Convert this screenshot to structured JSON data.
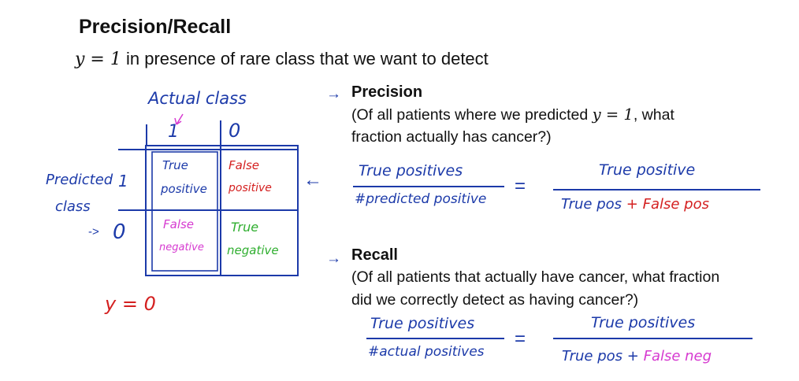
{
  "title": "Precision/Recall",
  "subtitle": {
    "math": "y = 1",
    "text": "in presence of rare class that we want to detect"
  },
  "matrix": {
    "actual_class_label": "Actual class",
    "actual_col_1": "1",
    "actual_col_0": "0",
    "predicted_class_label_line1": "Predicted",
    "predicted_class_label_line2": "class",
    "predicted_row_1": "1",
    "predicted_row_0": "0",
    "cells": {
      "tp_line1": "True",
      "tp_line2": "positive",
      "fp_line1": "False",
      "fp_line2": "positive",
      "fn_line1": "False",
      "fn_line2": "negative",
      "tn_line1": "True",
      "tn_line2": "negative"
    },
    "y_zero_note": "y = 0"
  },
  "precision": {
    "heading": "Precision",
    "desc_line1_pre": "(Of all patients where we predicted",
    "desc_line1_math": "y = 1",
    "desc_line1_post": ", what",
    "desc_line2": "fraction actually has cancer?)",
    "frac1_num": "True positives",
    "frac1_den": "#predicted positive",
    "equals": "=",
    "frac2_num": "True positive",
    "frac2_den_a": "True pos",
    "frac2_den_plus": "+",
    "frac2_den_b": "False pos"
  },
  "recall": {
    "heading": "Recall",
    "desc_line1": "(Of all patients that actually have cancer, what fraction",
    "desc_line2": "did we correctly detect as having cancer?)",
    "frac1_num": "True positives",
    "frac1_den": "#actual positives",
    "equals": "=",
    "frac2_num": "True positives",
    "frac2_den_a": "True pos",
    "frac2_den_plus": "+",
    "frac2_den_b": "False neg"
  },
  "icons": {
    "arrow": "right-arrow-icon",
    "left_arrow": "left-arrow-icon"
  },
  "colors": {
    "ink_blue": "#1c3aa9",
    "ink_red": "#d42020",
    "ink_green": "#2fae2f",
    "ink_magenta": "#d63ad0"
  }
}
